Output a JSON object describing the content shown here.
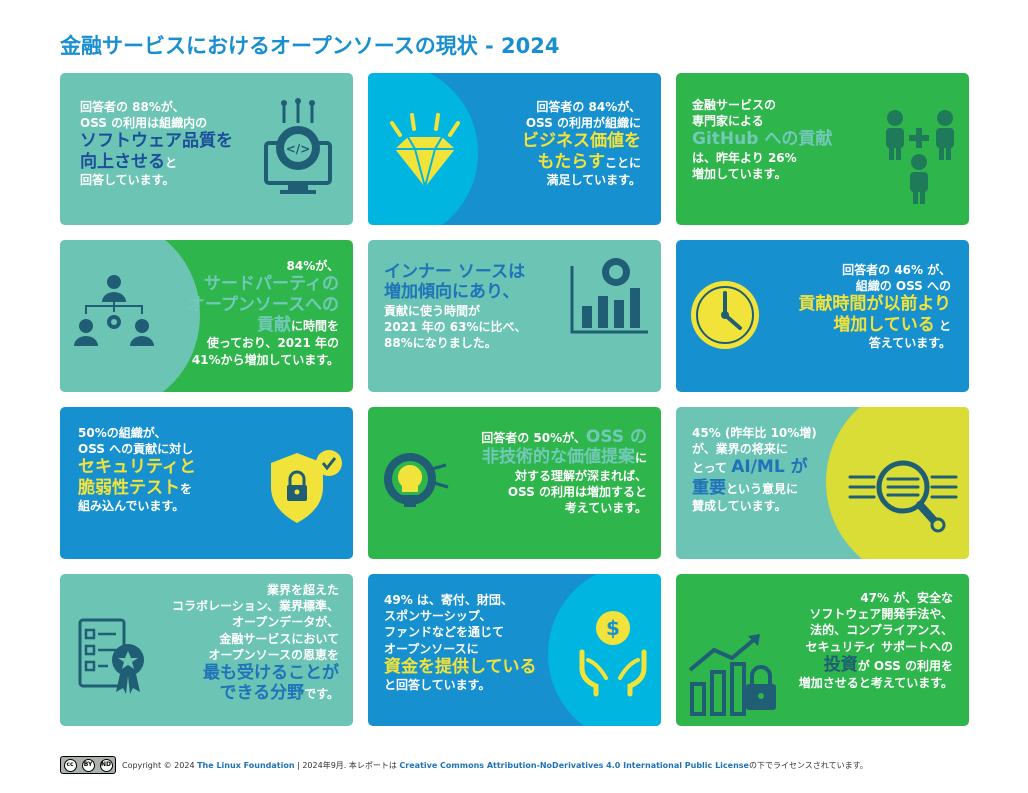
{
  "title": "金融サービスにおけるオープンソースの現状 - 2024",
  "cards": [
    {
      "l1": "回答者の 88%が、",
      "l2": "OSS の利用は組織内の",
      "h1": "ソフトウェア品質を",
      "h2": "向上させる",
      "h2b": "と",
      "l3": "回答しています。"
    },
    {
      "l1": "回答者の 84%が、",
      "l2": "OSS の利用が組織に",
      "h1": "ビジネス価値を",
      "h2": "もたらす",
      "h2b": "ことに",
      "l3": "満足しています。"
    },
    {
      "l1": "金融サービスの",
      "l2": "専門家による",
      "h1": "GitHub への貢献",
      "l3": "は、昨年より 26%",
      "l4": "増加しています。"
    },
    {
      "l1": "84%が、",
      "h1": "サードパーティの",
      "h2": "オープンソースへの",
      "h3": "貢献",
      "h3b": "に時間を",
      "l2": "使っており、2021 年の",
      "l3": "41%から増加しています。"
    },
    {
      "h1": "インナー ソースは",
      "h2": "増加傾向にあり、",
      "l1": "貢献に使う時間が",
      "l2": "2021 年の 63%に比べ、",
      "l3": "88%になりました。"
    },
    {
      "l1": "回答者の 46% が、",
      "l2": "組織の OSS への",
      "h1": "貢献時間が以前より",
      "h2": "増加している",
      "h2b": " と",
      "l3": "答えています。"
    },
    {
      "l1": "50%の組織が、",
      "l2": "OSS への貢献に対し",
      "h1": "セキュリティと",
      "h2": "脆弱性テスト",
      "h2b": "を",
      "l3": "組み込んでいます。"
    },
    {
      "l1": "回答者の 50%が、",
      "h1": "OSS の",
      "h2": "非技術的な価値提案",
      "h2b": "に",
      "l2": "対する理解が深まれば、",
      "l3": "OSS の利用は増加すると",
      "l4": "考えています。"
    },
    {
      "l1": "45% (昨年比 10%増)",
      "l2": "が、業界の将来に",
      "l3a": "とって",
      "h1": "AI/ML が",
      "h2": "重要",
      "h2b": "という意見に",
      "l4": "賛成しています。"
    },
    {
      "l1": "業界を超えた",
      "l2": "コラボレーション、業界標準、",
      "l3": "オープンデータが、",
      "l4": "金融サービスにおいて",
      "l5": "オープンソースの恩恵を",
      "h1": "最も受けることが",
      "h2": "できる分野",
      "h2b": "です。"
    },
    {
      "l1": "49% は、寄付、財団、",
      "l2": "スポンサーシップ、",
      "l3": "ファンドなどを通じて",
      "l4": "オープンソースに",
      "h1": "資金を提供している",
      "l5": "と回答しています。"
    },
    {
      "l1": "47% が、安全な",
      "l2": "ソフトウェア開発手法や、",
      "l3": "法的、コンプライアンス、",
      "l4": "セキュリティ サポートへの",
      "h1": "投資",
      "h1b": "が OSS の利用を",
      "l5": "増加させると考えています。"
    }
  ],
  "icons": [
    "software-quality-icon",
    "diamond-icon",
    "people-plus-icon",
    "team-network-icon",
    "growth-chart-gear-icon",
    "clock-icon",
    "security-shield-icon",
    "lightbulb-gear-icon",
    "magnifier-icon",
    "checklist-badge-icon",
    "money-hands-icon",
    "bar-chart-lock-icon"
  ],
  "footer": {
    "cc_label": "cc",
    "by": "BY",
    "nd": "ND",
    "copyright": "Copyright © 2024",
    "org": "The Linux Foundation",
    "sep": "| 2024年9月. 本レポートは",
    "license": "Creative Commons Attribution-NoDerivatives 4.0 International Public License",
    "tail": "の下でライセンスされています。"
  },
  "colors": {
    "teal": "#6bc4b4",
    "blue": "#1790d0",
    "green": "#2eb54b",
    "title": "#1a8fd0",
    "yellow": "#f2e33a"
  }
}
